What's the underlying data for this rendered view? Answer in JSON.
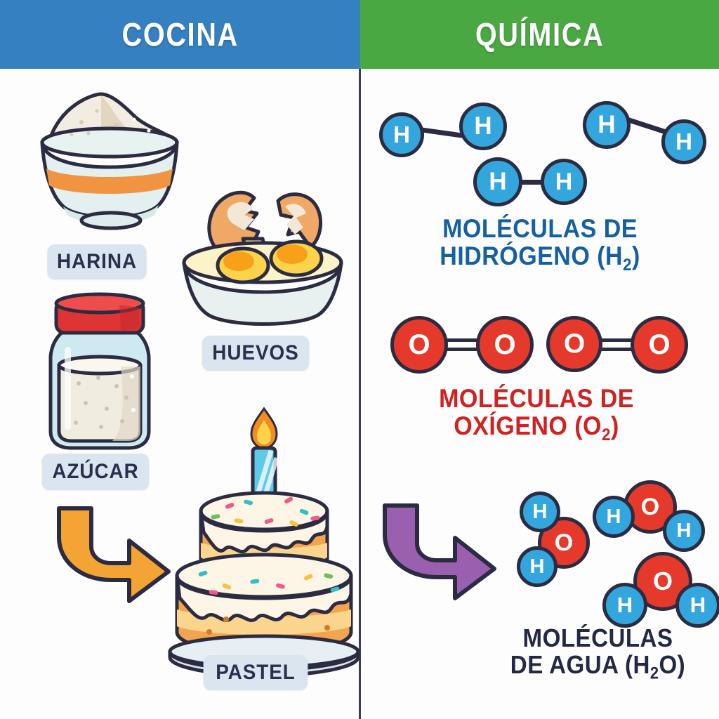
{
  "headers": {
    "left": "COCINA",
    "right": "QUÍMICA"
  },
  "cooking": {
    "labels": [
      {
        "name": "flour",
        "text": "HARINA"
      },
      {
        "name": "eggs",
        "text": "HUEVOS"
      },
      {
        "name": "sugar",
        "text": "AZÚCAR"
      },
      {
        "name": "cake",
        "text": "PASTEL"
      }
    ],
    "arrow": {
      "name": "transformation-arrow",
      "color": "#f4a335"
    }
  },
  "chemistry": {
    "hydrogen": {
      "caption_line1": "MOLÉCULAS DE",
      "caption_line2_pre": "HIDRÓGENO (H",
      "caption_line2_sub": "2",
      "caption_line2_post": ")",
      "color": "#1560a0",
      "atom_label": "H",
      "molecule_count": 3
    },
    "oxygen": {
      "caption_line1": "MOLÉCULAS DE",
      "caption_line2_pre": "OXÍGENO (O",
      "caption_line2_sub": "2",
      "caption_line2_post": ")",
      "color": "#cf2222",
      "atom_label": "O",
      "molecule_count": 2
    },
    "water": {
      "caption_line1": "MOLÉCULAS",
      "caption_line2_pre": "DE AGUA (H",
      "caption_line2_sub": "2",
      "caption_line2_post": "O)",
      "color": "#232845",
      "atom_label_h": "H",
      "atom_label_o": "O",
      "molecule_count": 3
    },
    "arrow": {
      "name": "reaction-arrow",
      "color": "#9b5fb0"
    }
  },
  "colors": {
    "header_left_bg": "#3580c0",
    "header_right_bg": "#4aa843",
    "badge_bg": "#dbe5ef",
    "badge_text": "#2b2f4e",
    "outline": "#2b2c42",
    "hydrogen_atom": "#33a6dd",
    "oxygen_atom": "#e5392c",
    "arrow_orange": "#f4a335",
    "arrow_purple": "#9b5fb0"
  }
}
